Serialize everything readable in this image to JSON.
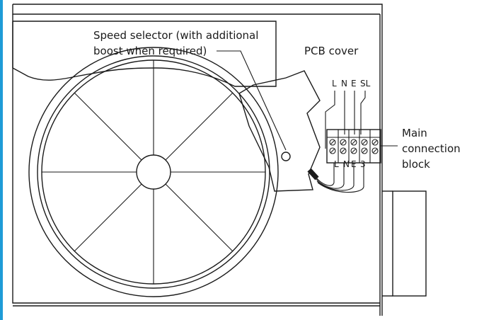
{
  "labels": {
    "speed_selector_line1": "Speed selector (with additional",
    "speed_selector_line2": "boost when required)",
    "pcb_cover": "PCB cover",
    "main_connection_line1": "Main",
    "main_connection_line2": "connection",
    "main_connection_line3": "block"
  },
  "terminals_top": [
    "L",
    "N",
    "E",
    "SL"
  ],
  "terminals_bottom": [
    "L",
    "N",
    "E",
    "3"
  ],
  "colors": {
    "accent_bar": "#1e9bd7",
    "line": "#1a1a1a",
    "background": "#ffffff"
  }
}
